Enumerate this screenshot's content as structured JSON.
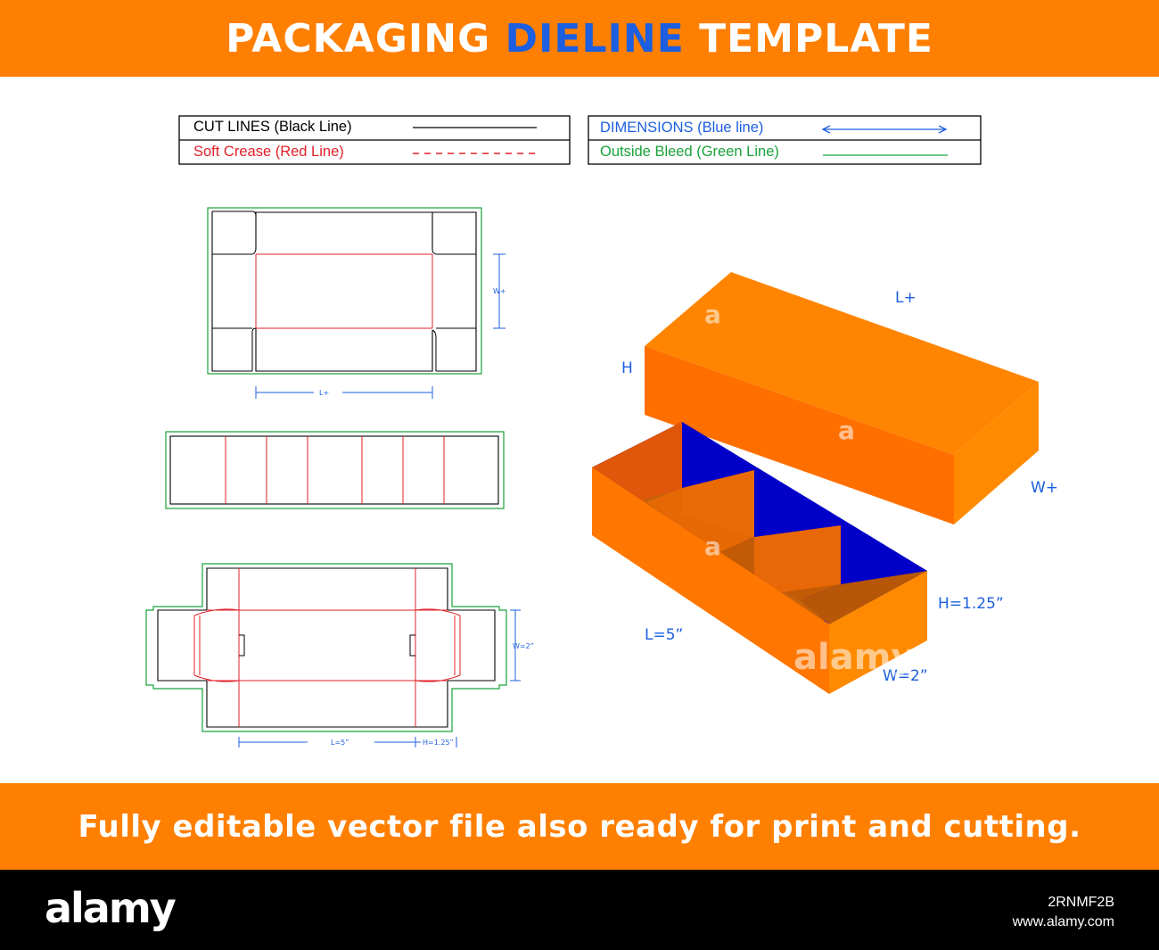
{
  "header": {
    "title_part1": "PACKAGING ",
    "title_accent": "DIELINE",
    "title_part2": " TEMPLATE",
    "accent_color": "#1c5fe0",
    "background": "#ff7f00"
  },
  "legend": {
    "cut_lines": "CUT LINES (Black Line)",
    "soft_crease": "Soft Crease (Red Line)",
    "dimensions": "DIMENSIONS (Blue line)",
    "outside_bleed": "Outside Bleed (Green Line)",
    "colors": {
      "cut": "#000000",
      "crease": "#e2202a",
      "dimension": "#1c5fe0",
      "bleed": "#19a23a"
    }
  },
  "dieline_top": {
    "width_label": "W+",
    "length_label": "L+"
  },
  "dieline_bottom": {
    "width_label": "W=2”",
    "length_label": "L=5”",
    "height_label": "H=1.25”"
  },
  "render_3d": {
    "lid_length_label": "L+",
    "lid_height_label": "H",
    "lid_width_label": "W+",
    "box_height_label": "H=1.25”",
    "box_length_label": "L=5”",
    "box_width_label": "W=2”",
    "colors": {
      "orange": "#ff8000",
      "orange_dark": "#f06a00",
      "inner_blue": "#0000c8"
    }
  },
  "footer": {
    "text": "Fully editable vector file also ready for print and cutting."
  },
  "watermark": {
    "brand": "alamy",
    "image_id": "2RNMF2B",
    "site": "www.alamy.com"
  }
}
